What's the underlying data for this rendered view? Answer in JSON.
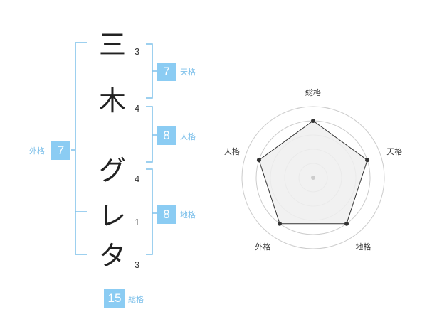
{
  "name_chars": [
    {
      "char": "三",
      "strokes": "3"
    },
    {
      "char": "木",
      "strokes": "4"
    },
    {
      "char": "グ",
      "strokes": "4"
    },
    {
      "char": "レ",
      "strokes": "1"
    },
    {
      "char": "タ",
      "strokes": "3"
    }
  ],
  "fortunes": {
    "tenkaku": {
      "value": "7",
      "label": "天格"
    },
    "jinkaku": {
      "value": "8",
      "label": "人格"
    },
    "chikaku": {
      "value": "8",
      "label": "地格"
    },
    "gaikaku": {
      "value": "7",
      "label": "外格"
    },
    "soukaku": {
      "value": "15",
      "label": "総格"
    }
  },
  "colors": {
    "bracket": "#7dc0ea",
    "badge": "#8bccf3",
    "radar_fill": "#efefef",
    "radar_ring": "#cccccc"
  },
  "chart_data": {
    "type": "radar",
    "axes": [
      "総格",
      "天格",
      "地格",
      "外格",
      "人格"
    ],
    "levels": 4,
    "max": 5,
    "values": [
      4,
      4,
      4,
      4,
      4
    ]
  }
}
